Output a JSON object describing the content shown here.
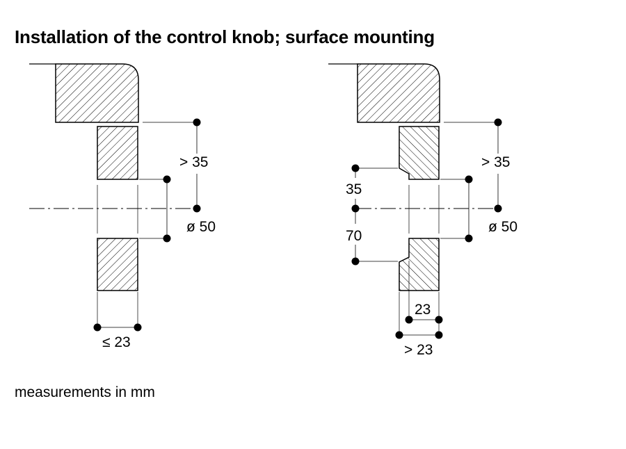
{
  "title": "Installation of the control knob; surface mounting",
  "footnote": "measurements in mm",
  "left_diagram": {
    "dim_top_gap": "> 35",
    "dim_diameter": "ø 50",
    "dim_thickness": "≤ 23"
  },
  "right_diagram": {
    "dim_top_gap": "> 35",
    "dim_diameter": "ø 50",
    "dim_upper_offset": "35",
    "dim_lower_offset": "70",
    "dim_inner_width": "23",
    "dim_outer_width": "> 23"
  },
  "colors": {
    "ink": "#000000",
    "background": "#ffffff"
  }
}
